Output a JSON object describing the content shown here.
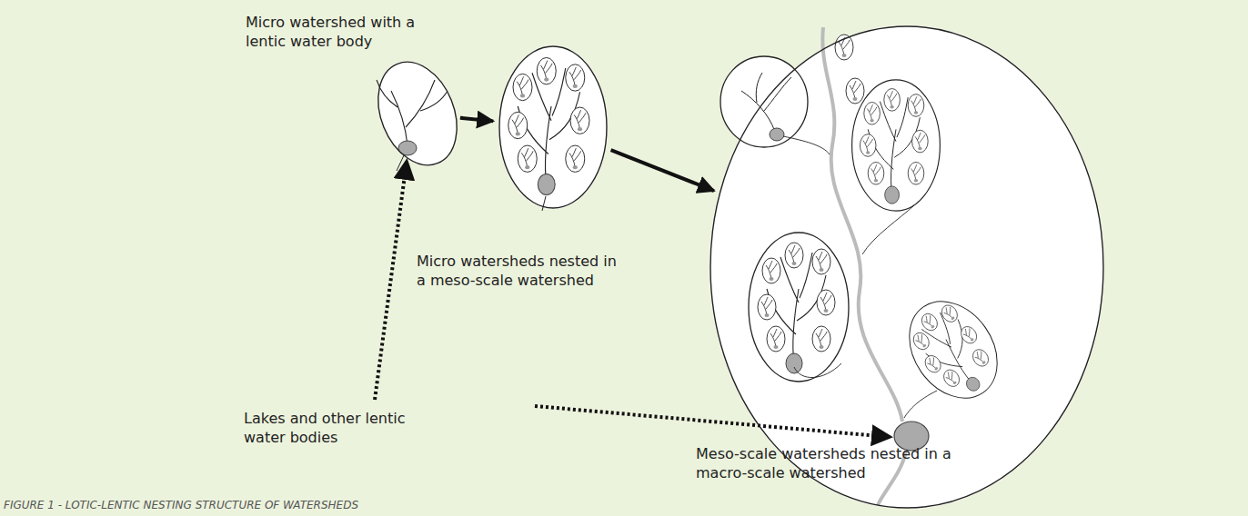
{
  "diagram": {
    "caption": "FIGURE 1 - LOTIC-LENTIC NESTING STRUCTURE OF WATERSHEDS",
    "nodes": [
      {
        "text": [
          "Micro watershed with a lentic water body"
        ]
      },
      {
        "text": [
          "Micro watersheds nested in a meso-scale watershed"
        ]
      },
      {
        "text": [
          "Meso-scale watersheds nested in a macro-scale watershed"
        ]
      }
    ],
    "edges": [
      {
        "from": 0,
        "to": 1,
        "arrow": "to"
      },
      {
        "from": 1,
        "to": 2,
        "arrow": "to"
      }
    ],
    "labels": [
      "Lakes and other lentic water bodies"
    ]
  }
}
